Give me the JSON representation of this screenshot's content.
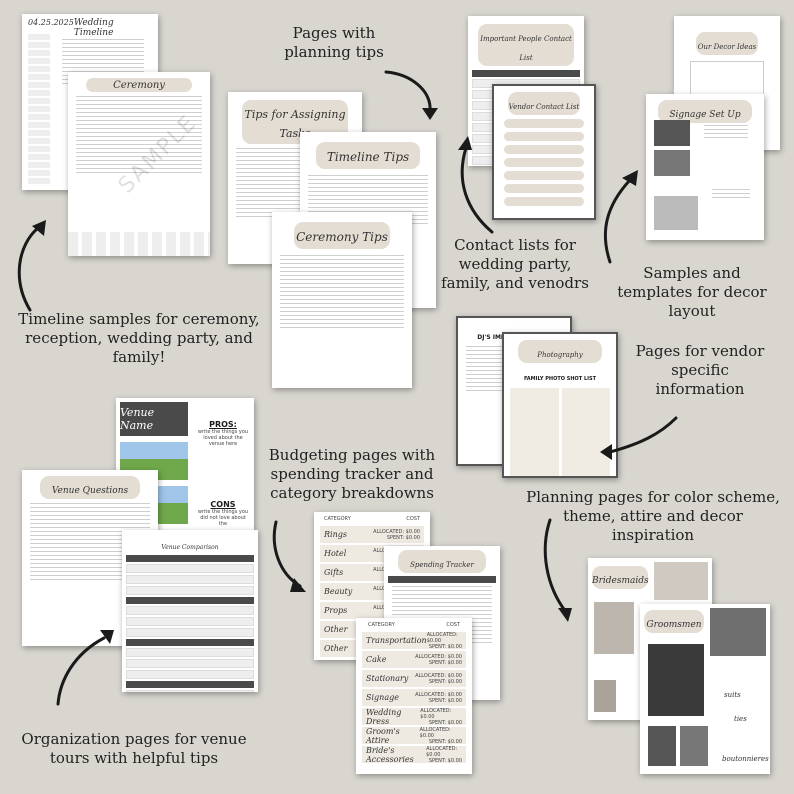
{
  "captions": {
    "planning_tips": "Pages with planning tips",
    "timeline": "Timeline samples for ceremony, reception, wedding party, and family!",
    "contacts": "Contact lists for wedding party, family, and venodrs",
    "decor": "Samples and templates for decor layout",
    "vendor": "Pages for vendor specific information",
    "budget": "Budgeting pages with spending tracker and category breakdowns",
    "color": "Planning pages for color scheme, theme, attire and decor inspiration",
    "venue": "Organization pages for venue tours with helpful tips"
  },
  "pages": {
    "wedding_timeline": {
      "date": "04.25.2025",
      "title": "Wedding Timeline"
    },
    "ceremony": {
      "title": "Ceremony",
      "watermark": "SAMPLE"
    },
    "assigning_tasks": {
      "title": "Tips for Assigning Tasks"
    },
    "timeline_tips": {
      "title": "Timeline Tips"
    },
    "ceremony_tips": {
      "title": "Ceremony Tips"
    },
    "important_contacts": {
      "title": "Important People Contact List"
    },
    "vendor_contacts": {
      "title": "Vendor Contact List"
    },
    "decor_ideas": {
      "title": "Our Decor Ideas"
    },
    "signage": {
      "title": "Signage Set Up"
    },
    "dj": {
      "title": "DJ'S IMPORTANT INFO"
    },
    "photography": {
      "title": "Photography",
      "subtitle": "FAMILY PHOTO SHOT LIST"
    },
    "venue_name": {
      "title": "Venue Name",
      "pros": "PROS:",
      "pros_text": "write the things you loved about the venue here",
      "cons": "CONS",
      "cons_text": "write the things you did not love about the"
    },
    "venue_questions": {
      "title": "Venue Questions"
    },
    "venue_comparison": {
      "title": "Venue Comparison"
    },
    "budget_categories": {
      "category_header": "CATEGORY",
      "cost_header": "COST",
      "items": [
        "Rings",
        "Hotel",
        "Gifts",
        "Beauty",
        "Props",
        "Other",
        "Other"
      ],
      "allocated": "ALLOCATED: $0.00",
      "spent": "SPENT: $0.00"
    },
    "spending_tracker": {
      "title": "Spending Tracker"
    },
    "budget_categories_2": {
      "category_header": "CATEGORY",
      "cost_header": "COST",
      "items": [
        "Transportation",
        "Cake",
        "Stationary",
        "Signage",
        "Wedding Dress",
        "Groom's Attire",
        "Bride's Accessories"
      ],
      "allocated": "ALLOCATED: $0.00",
      "spent": "SPENT: $0.00"
    },
    "bridesmaids": {
      "title": "Bridesmaids"
    },
    "groomsmen": {
      "title": "Groomsmen",
      "labels": [
        "suits",
        "ties",
        "boutonnieres"
      ]
    }
  }
}
